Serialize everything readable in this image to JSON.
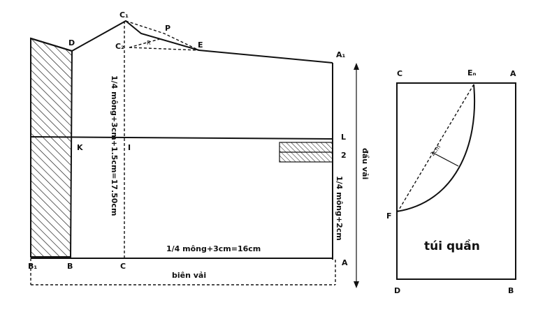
{
  "points": {
    "C1": "C₁",
    "C2": "C₂",
    "P": "P",
    "R": "R",
    "D": "D",
    "E": "E",
    "A1": "A₁",
    "L": "L",
    "two": "2",
    "K": "K",
    "I": "I",
    "B1": "B₁",
    "B": "B",
    "C": "C",
    "A": "A"
  },
  "labels": {
    "vertical_measure": "1/4 mông+3cm+1.5cm=17.50cm",
    "horizontal_measure": "1/4 mông+3cm=16cm",
    "right_measure": "1/4 mông+2cm",
    "selvage": "biên vải",
    "fabric_end": "đầu vải"
  },
  "pocket": {
    "C": "C",
    "En": "Eₙ",
    "A": "A",
    "F": "F",
    "D": "D",
    "B": "B",
    "curve_label": "2cm",
    "title": "túi quần"
  }
}
